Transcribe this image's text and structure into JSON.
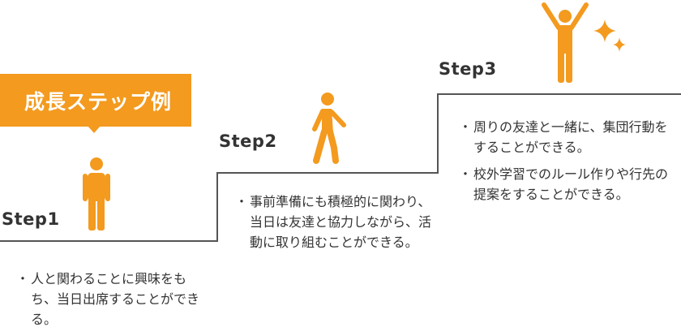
{
  "badge": {
    "label": "成長ステップ例"
  },
  "colors": {
    "accent": "#f39a1f",
    "text": "#333333",
    "line": "#555555"
  },
  "steps": [
    {
      "label": "Step1",
      "figure": "standing-person-icon",
      "items": [
        "人と関わることに興味をもち、当日出席することができる。"
      ]
    },
    {
      "label": "Step2",
      "figure": "walking-person-icon",
      "items": [
        "事前準備にも積極的に関わり、当日は友達と協力しながら、活動に取り組むことができる。"
      ]
    },
    {
      "label": "Step3",
      "figure": "cheering-person-icon",
      "items": [
        "周りの友達と一緒に、集団行動をすることができる。",
        "校外学習でのルール作りや行先の提案をすることができる。"
      ]
    }
  ],
  "bullet": "・",
  "decoration": "sparkle-icon"
}
